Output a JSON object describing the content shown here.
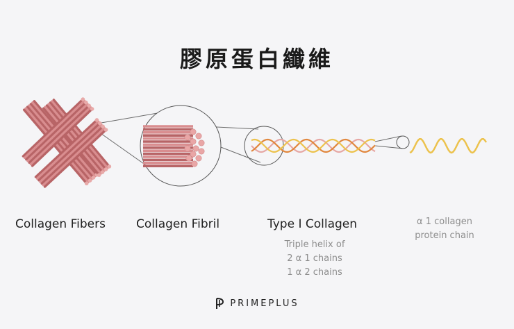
{
  "title": "膠原蛋白纖維",
  "stages": [
    {
      "label": "Collagen Fibers"
    },
    {
      "label": "Collagen Fibril"
    },
    {
      "label": "Type I Collagen",
      "details": [
        "Triple helix of",
        "2 α 1  chains",
        "1 α 2  chains"
      ]
    },
    {
      "label_lines": [
        "α 1  collagen",
        "protein chain"
      ]
    }
  ],
  "brand": {
    "name": "PRIMEPLUS",
    "icon": "primeplus-logo-icon"
  },
  "colors": {
    "fiber": "#d98d8f",
    "fiber_dark": "#b86466",
    "helix_orange": "#e1873e",
    "helix_yellow": "#ecc24c",
    "helix_pink": "#e6a7a4",
    "lens": "#555555"
  }
}
